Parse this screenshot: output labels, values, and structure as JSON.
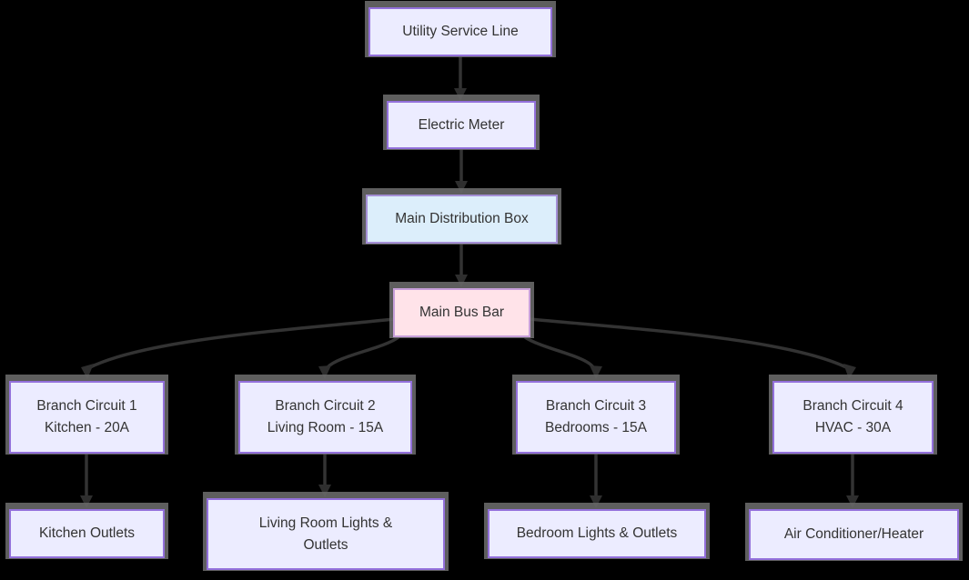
{
  "diagram": {
    "type": "flowchart",
    "title_semantics": "Home electrical distribution flowchart",
    "background_color": "#000000",
    "colors": {
      "node_fill": "#ECECFF",
      "node_border": "#9370DB",
      "distribution_box_fill": "#DCEEFB",
      "distribution_box_border": "#A48FD6",
      "bus_bar_fill": "#FFE3E9",
      "bus_bar_border": "#C79FD9",
      "edge_color": "#333333",
      "text_color": "#333333",
      "node_shadow": "#686868"
    },
    "nodes": [
      {
        "id": "utility",
        "label": "Utility Service Line"
      },
      {
        "id": "meter",
        "label": "Electric Meter"
      },
      {
        "id": "mainbox",
        "label": "Main Distribution Box"
      },
      {
        "id": "busbar",
        "label": "Main Bus Bar"
      },
      {
        "id": "branch1",
        "label": "Branch Circuit 1",
        "label2": "Kitchen - 20A"
      },
      {
        "id": "branch2",
        "label": "Branch Circuit 2",
        "label2": "Living Room - 15A"
      },
      {
        "id": "branch3",
        "label": "Branch Circuit 3",
        "label2": "Bedrooms - 15A"
      },
      {
        "id": "branch4",
        "label": "Branch Circuit 4",
        "label2": "HVAC - 30A"
      },
      {
        "id": "kitchen_out",
        "label": "Kitchen Outlets"
      },
      {
        "id": "living_out",
        "label": "Living Room Lights & Outlets"
      },
      {
        "id": "bedroom_out",
        "label": "Bedroom Lights & Outlets"
      },
      {
        "id": "ac_heater",
        "label": "Air Conditioner/Heater"
      }
    ],
    "edges": [
      {
        "from": "utility",
        "to": "meter"
      },
      {
        "from": "meter",
        "to": "mainbox"
      },
      {
        "from": "mainbox",
        "to": "busbar"
      },
      {
        "from": "busbar",
        "to": "branch1"
      },
      {
        "from": "busbar",
        "to": "branch2"
      },
      {
        "from": "busbar",
        "to": "branch3"
      },
      {
        "from": "busbar",
        "to": "branch4"
      },
      {
        "from": "branch1",
        "to": "kitchen_out"
      },
      {
        "from": "branch2",
        "to": "living_out"
      },
      {
        "from": "branch3",
        "to": "bedroom_out"
      },
      {
        "from": "branch4",
        "to": "ac_heater"
      }
    ]
  }
}
